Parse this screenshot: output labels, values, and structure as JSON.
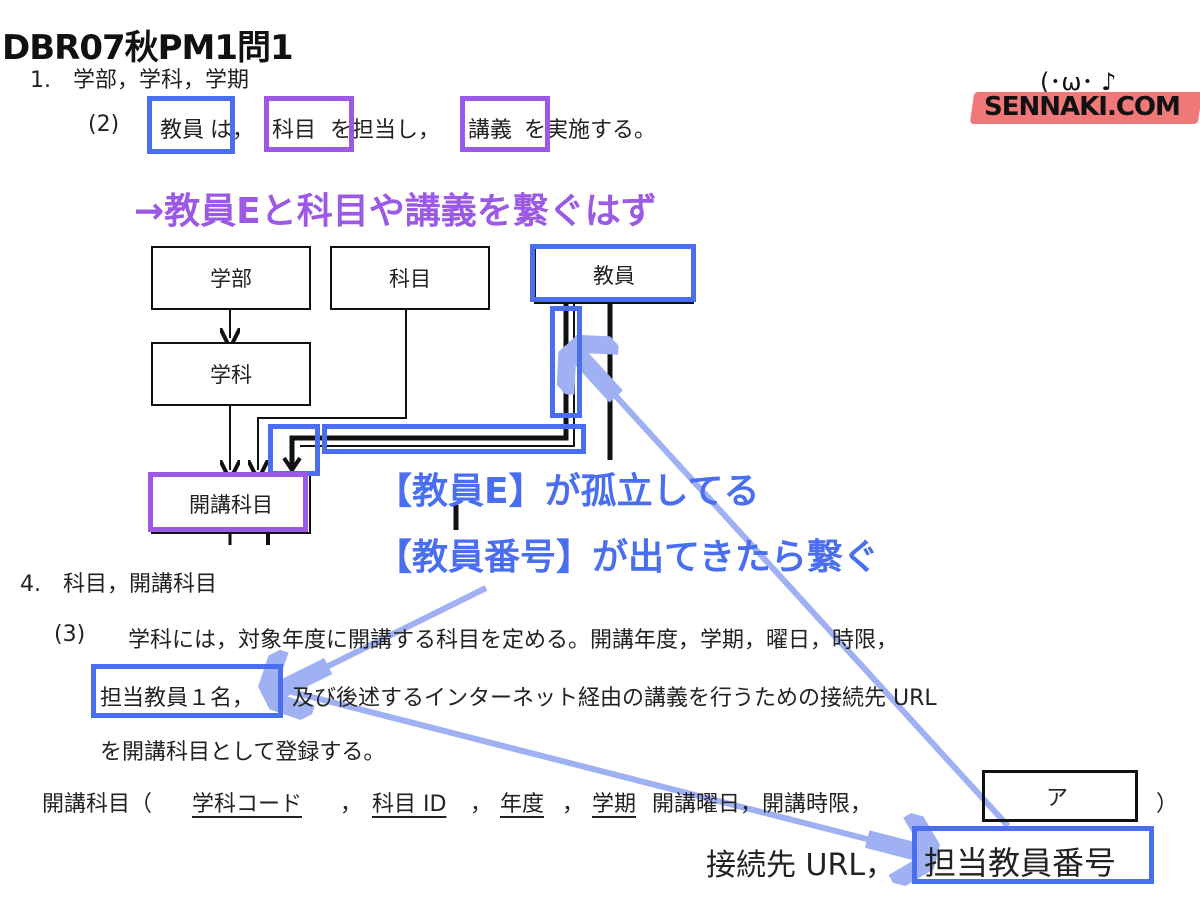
{
  "title": "DBR07秋PM1問1",
  "logo": {
    "face": "(･ω･ ♪",
    "text": "SENNAKI.COM",
    "accent": "#f07878"
  },
  "section1": {
    "heading": "1.　学部，学科，学期",
    "item_num": "(2)",
    "parts": [
      "教員",
      "は，",
      "科目",
      "を担当し，",
      "講義",
      "を実施する。"
    ]
  },
  "annotation_top": "→教員Eと科目や講義を繋ぐはず",
  "diagram": {
    "entities": [
      "学部",
      "科目",
      "教員",
      "学科",
      "開講科目"
    ]
  },
  "annotation_mid": [
    "【教員E】が孤立してる",
    "【教員番号】が出てきたら繋ぐ"
  ],
  "section4": {
    "heading": "4.　科目，開講科目",
    "item_num": "(3)",
    "line1": "学科には，対象年度に開講する科目を定める。開講年度，学期，曜日，時限，",
    "line2_hl": "担当教員１名，",
    "line2_rest": "及び後述するインターネット経由の講義を行うための接続先 URL",
    "line3": "を開講科目として登録する。"
  },
  "schema": {
    "name": "開講科目（",
    "attrs": [
      "学科コード",
      "科目 ID",
      "年度",
      "学期"
    ],
    "sep": "，",
    "rest": "開講曜日，開講時限，",
    "blank": "ア",
    "close": "）",
    "answer_prefix": "接続先 URL，",
    "answer_hl": "担当教員番号"
  },
  "colors": {
    "blue": "#4a6ef0",
    "purple": "#9b59e6",
    "arrow": "#9fb0f3"
  }
}
